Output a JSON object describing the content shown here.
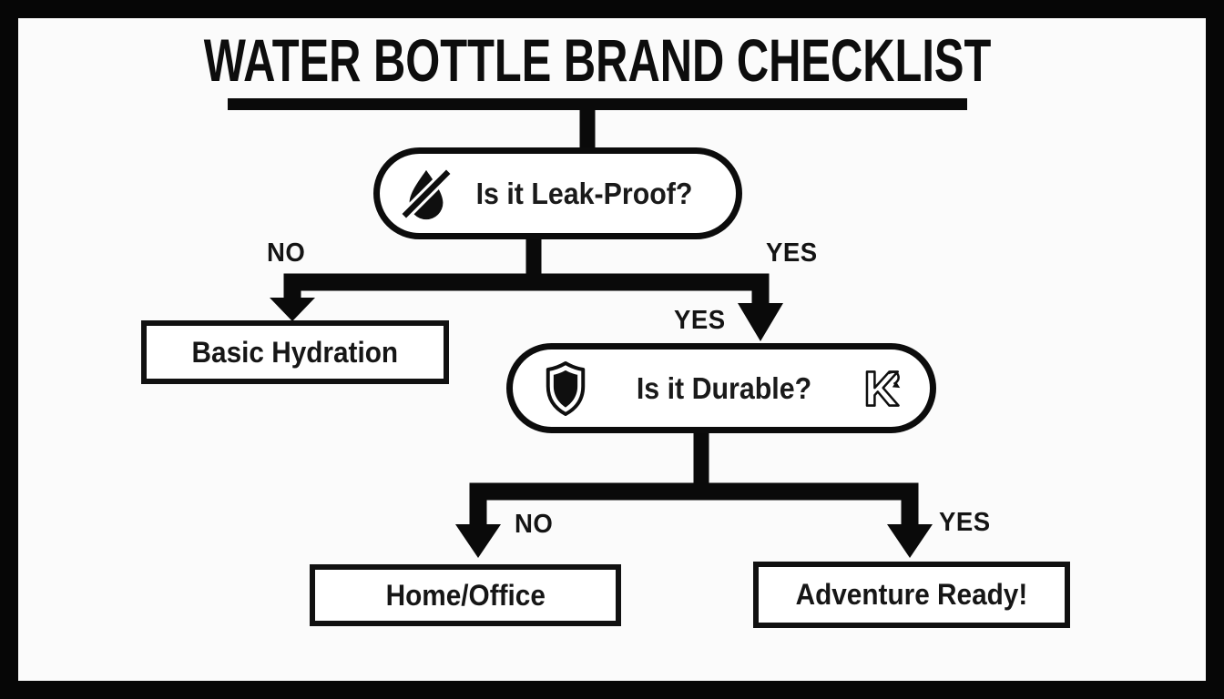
{
  "colors": {
    "ink": "#0c0c0c",
    "background": "#fbfbfb",
    "node_fill": "#ffffff"
  },
  "title": {
    "text": "WATER BOTTLE BRAND CHECKLIST"
  },
  "diagram": {
    "question1": {
      "icon": "water-drop-slash-icon",
      "label": "Is it Leak-Proof?"
    },
    "level1": {
      "no_label": "NO",
      "yes_label": "YES"
    },
    "basic_hydration": {
      "label": "Basic Hydration"
    },
    "question2": {
      "icon_left": "shield-icon",
      "icon_right": "k-arrow-icon",
      "yes_entry_label": "YES",
      "label": "Is it Durable?"
    },
    "level2": {
      "no_label": "NO",
      "yes_label": "YES"
    },
    "home_office": {
      "label": "Home/Office"
    },
    "adventure_ready": {
      "label": "Adventure Ready!"
    },
    "edges": [
      {
        "from": "Is it Leak-Proof?",
        "answer": "NO",
        "to": "Basic Hydration"
      },
      {
        "from": "Is it Leak-Proof?",
        "answer": "YES",
        "to": "Is it Durable?"
      },
      {
        "from": "Is it Durable?",
        "answer": "NO",
        "to": "Home/Office"
      },
      {
        "from": "Is it Durable?",
        "answer": "YES",
        "to": "Adventure Ready!"
      }
    ]
  }
}
